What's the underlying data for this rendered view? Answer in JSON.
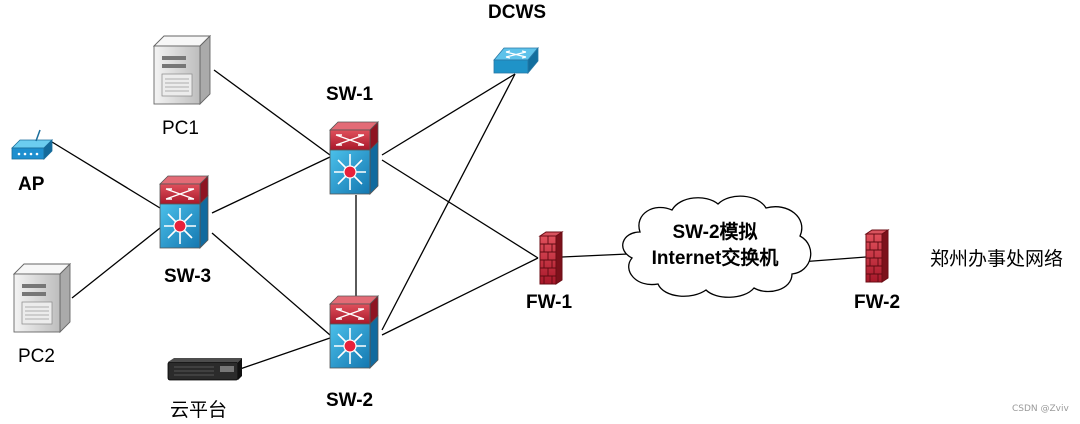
{
  "labels": {
    "dcws": "DCWS",
    "sw1": "SW-1",
    "sw2": "SW-2",
    "sw3": "SW-3",
    "pc1": "PC1",
    "pc2": "PC2",
    "ap": "AP",
    "cloud_platform": "云平台",
    "fw1": "FW-1",
    "fw2": "FW-2",
    "cloud_line1": "SW-2模拟",
    "cloud_line2": "Internet交换机",
    "zhengzhou": "郑州办事处网络",
    "watermark": "CSDN @Zviv"
  },
  "colors": {
    "switch_red": "#c8283a",
    "switch_blue": "#1f9ccd",
    "ap_blue": "#1e8fcf",
    "firewall_red": "#b81f28",
    "server_grey": "#d9d9d9",
    "line": "#000000"
  }
}
